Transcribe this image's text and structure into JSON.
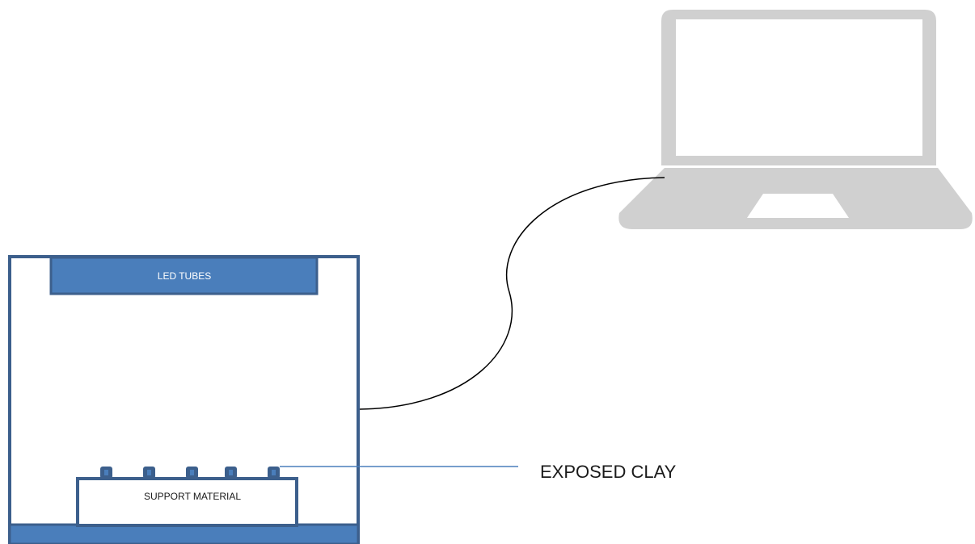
{
  "labels": {
    "led_tubes": "LED TUBES",
    "support_material": "SUPPORT MATERIAL",
    "exposed_clay": "EXPOSED CLAY"
  },
  "colors": {
    "box_border": "#3c5f8c",
    "blue_fill": "#4a7ebb",
    "laptop_gray": "#d0d0d0",
    "cable": "#000000",
    "callout_line": "#4a7ebb",
    "white_text": "#ffffff",
    "dark_text": "#1a1a1a"
  },
  "icons": {
    "laptop": "laptop-icon",
    "clay_sample": "clay-sample-icon"
  },
  "clay_sample_count": 5
}
